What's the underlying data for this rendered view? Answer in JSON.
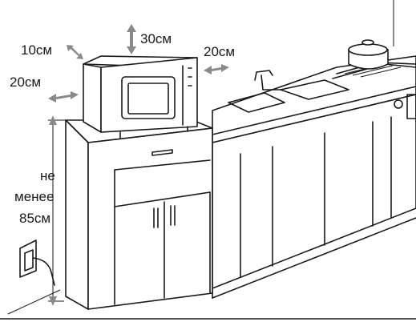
{
  "labels": {
    "top_clearance": "30см",
    "left_back_clearance": "10см",
    "right_clearance": "20см",
    "left_clearance": "20см",
    "height_line1": "не",
    "height_line2": "менее",
    "height_line3": "85см"
  },
  "colors": {
    "ink": "#1a1a1a",
    "arrow": "#8a8a8a",
    "background": "#ffffff"
  },
  "icons": [
    "microwave-icon",
    "kitchen-cabinet-icon",
    "sink-icon",
    "cooking-pot-icon",
    "wall-socket-icon"
  ]
}
